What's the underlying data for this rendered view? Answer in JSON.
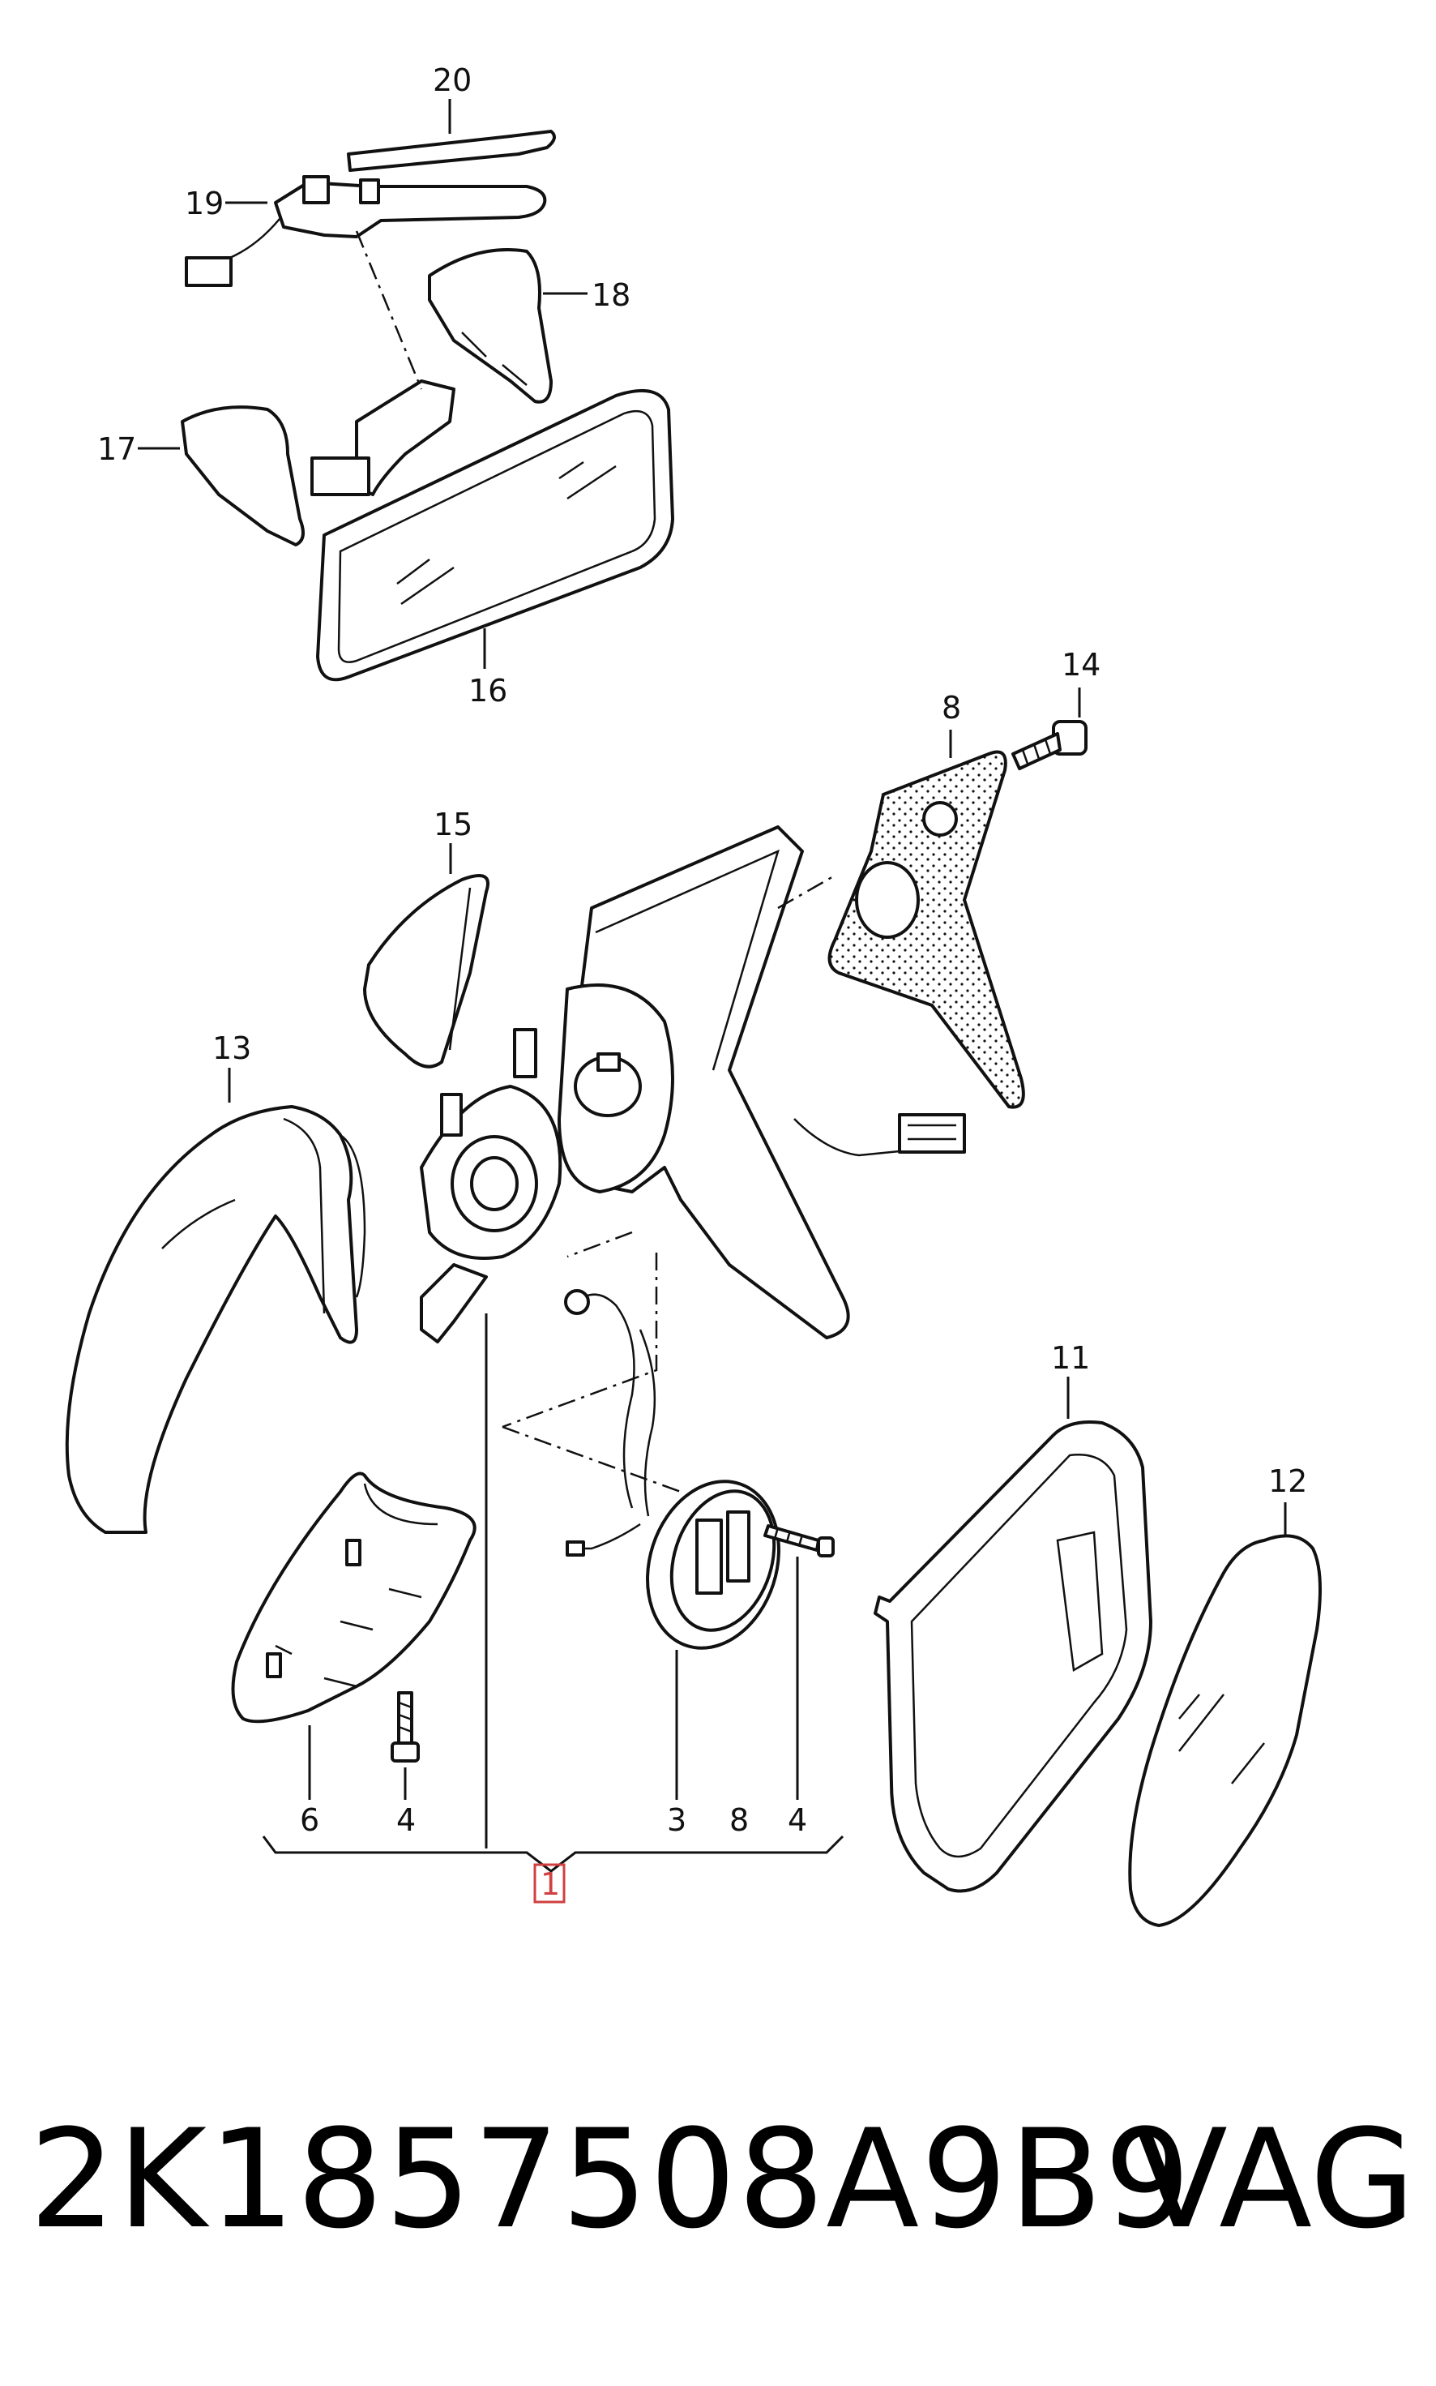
{
  "callouts": {
    "p20": "20",
    "p19": "19",
    "p18": "18",
    "p17": "17",
    "p16": "16",
    "p14": "14",
    "p8_top": "8",
    "p15": "15",
    "p13": "13",
    "p11": "11",
    "p12": "12",
    "p6": "6",
    "p4_left": "4",
    "p3": "3",
    "p8_bottom": "8",
    "p4_right": "4",
    "p1": "1"
  },
  "footer": {
    "part_number": "2K1857508A9B9",
    "brand": "VAG"
  },
  "colors": {
    "line": "#111111",
    "highlight": "#d04040",
    "background": "#ffffff"
  }
}
